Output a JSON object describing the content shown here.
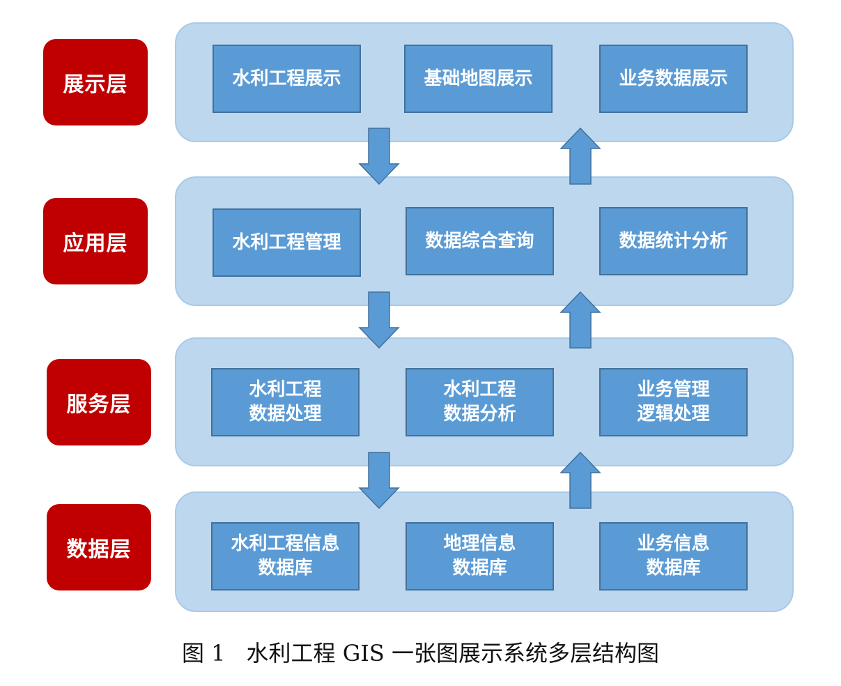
{
  "layers": [
    {
      "label": "展示层",
      "modules": [
        {
          "lines": [
            "水利工程展示"
          ]
        },
        {
          "lines": [
            "基础地图展示"
          ]
        },
        {
          "lines": [
            "业务数据展示"
          ]
        }
      ]
    },
    {
      "label": "应用层",
      "modules": [
        {
          "lines": [
            "水利工程管理"
          ]
        },
        {
          "lines": [
            "数据综合查询"
          ]
        },
        {
          "lines": [
            "数据统计分析"
          ]
        }
      ]
    },
    {
      "label": "服务层",
      "modules": [
        {
          "lines": [
            "水利工程",
            "数据处理"
          ]
        },
        {
          "lines": [
            "水利工程",
            "数据分析"
          ]
        },
        {
          "lines": [
            "业务管理",
            "逻辑处理"
          ]
        }
      ]
    },
    {
      "label": "数据层",
      "modules": [
        {
          "lines": [
            "水利工程信息",
            "数据库"
          ]
        },
        {
          "lines": [
            "地理信息",
            "数据库"
          ]
        },
        {
          "lines": [
            "业务信息",
            "数据库"
          ]
        }
      ]
    }
  ],
  "caption": {
    "number": "图 1",
    "title": "水利工程 GIS 一张图展示系统多层结构图"
  },
  "colors": {
    "layer_label_bg": "#c00000",
    "panel_bg": "#bdd7ee",
    "module_bg": "#5b9bd5",
    "module_border": "#41719c",
    "arrow_fill": "#5b9bd5"
  }
}
